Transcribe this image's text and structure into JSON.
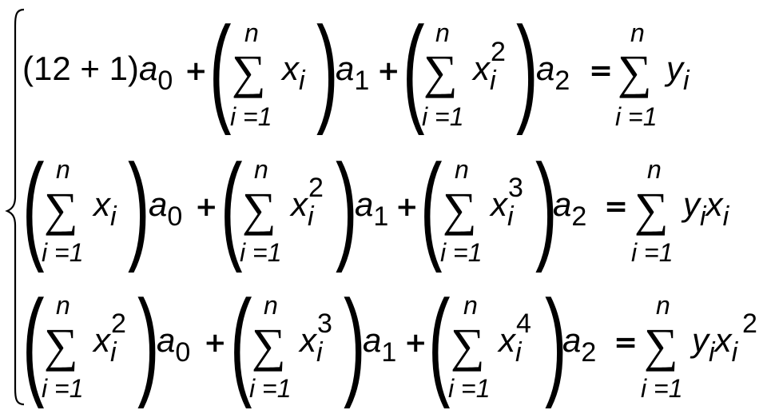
{
  "system": {
    "paren_open": "(",
    "paren_close": ")",
    "plus": "+",
    "equals": "=",
    "sum_sign": "∑",
    "lim_upper": "n",
    "lim_lower": "i =1",
    "eq1": {
      "lead": "(12 + 1)",
      "coef0": "a",
      "coef0_sub": "0",
      "t1_var": "x",
      "t1_sub": "i",
      "coef1": "a",
      "coef1_sub": "1",
      "t2_var": "x",
      "t2_sub": "i",
      "t2_sup": "2",
      "coef2": "a",
      "coef2_sub": "2",
      "rhs_var": "y",
      "rhs_sub": "i"
    },
    "eq2": {
      "t0_var": "x",
      "t0_sub": "i",
      "coef0": "a",
      "coef0_sub": "0",
      "t1_var": "x",
      "t1_sub": "i",
      "t1_sup": "2",
      "coef1": "a",
      "coef1_sub": "1",
      "t2_var": "x",
      "t2_sub": "i",
      "t2_sup": "3",
      "coef2": "a",
      "coef2_sub": "2",
      "rhs_var1": "y",
      "rhs_sub1": "i",
      "rhs_var2": "x",
      "rhs_sub2": "i"
    },
    "eq3": {
      "t0_var": "x",
      "t0_sub": "i",
      "t0_sup": "2",
      "coef0": "a",
      "coef0_sub": "0",
      "t1_var": "x",
      "t1_sub": "i",
      "t1_sup": "3",
      "coef1": "a",
      "coef1_sub": "1",
      "t2_var": "x",
      "t2_sub": "i",
      "t2_sup": "4",
      "coef2": "a",
      "coef2_sub": "2",
      "rhs_var1": "y",
      "rhs_sub1": "i",
      "rhs_var2": "x",
      "rhs_sub2": "i",
      "rhs_sup2": "2"
    }
  }
}
